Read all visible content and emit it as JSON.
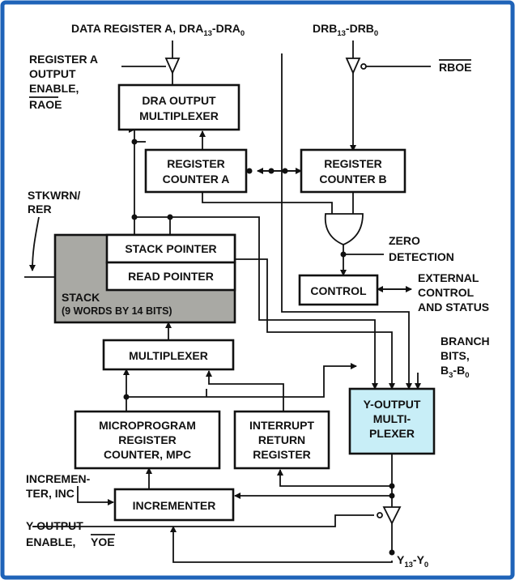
{
  "labels": {
    "dra_bus": "DATA REGISTER A, DRA",
    "dra_bus_sub1": "13",
    "dra_bus_mid": "-DRA",
    "dra_bus_sub2": "0",
    "drb_bus": "DRB",
    "drb_bus_sub1": "13",
    "drb_bus_mid": "-DRB",
    "drb_bus_sub2": "0",
    "raoe_line1": "REGISTER A",
    "raoe_line2": "OUTPUT",
    "raoe_line3": "ENABLE,",
    "raoe_line4": "RAOE",
    "rboe": "RBOE",
    "stkwrn_line1": "STKWRN/",
    "stkwrn_line2": "RER",
    "zero_line1": "ZERO",
    "zero_line2": "DETECTION",
    "ext_line1": "EXTERNAL",
    "ext_line2": "CONTROL",
    "ext_line3": "AND STATUS",
    "branch_line1": "BRANCH",
    "branch_line2": "BITS,",
    "branch_line3": "B",
    "branch_sub1": "3",
    "branch_mid": "-B",
    "branch_sub2": "0",
    "inc_line1": "INCREMEN-",
    "inc_line2": "TER, INC",
    "yoe_line1": "Y-OUTPUT",
    "yoe_line2": "ENABLE,",
    "yoe_line3": "YOE",
    "y_out": "Y",
    "y_out_sub1": "13",
    "y_out_mid": "-Y",
    "y_out_sub2": "0"
  },
  "blocks": {
    "dra_mux_line1": "DRA OUTPUT",
    "dra_mux_line2": "MULTIPLEXER",
    "reg_a_line1": "REGISTER",
    "reg_a_line2": "COUNTER A",
    "reg_b_line1": "REGISTER",
    "reg_b_line2": "COUNTER B",
    "stack_pointer": "STACK POINTER",
    "read_pointer": "READ POINTER",
    "stack_title": "STACK",
    "stack_desc": "(9 WORDS BY 14 BITS)",
    "control": "CONTROL",
    "multiplexer": "MULTIPLEXER",
    "mpc_line1": "MICROPROGRAM",
    "mpc_line2": "REGISTER",
    "mpc_line3": "COUNTER, MPC",
    "irr_line1": "INTERRUPT",
    "irr_line2": "RETURN",
    "irr_line3": "REGISTER",
    "ymux_line1": "Y-OUTPUT",
    "ymux_line2": "MULTI-",
    "ymux_line3": "PLEXER",
    "incrementer": "INCREMENTER"
  },
  "colors": {
    "frame": "#1e63b8",
    "stack_fill": "#a9a9a4",
    "ymux_fill": "#c8eef7"
  }
}
